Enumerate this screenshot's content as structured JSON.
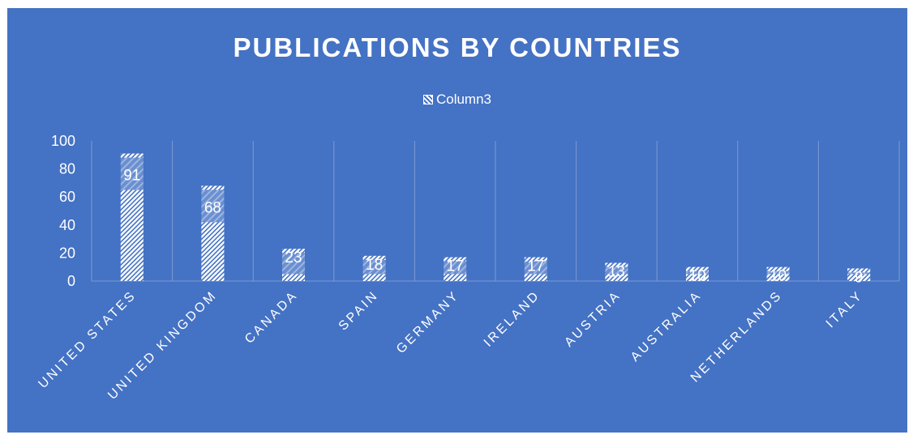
{
  "chart_data": {
    "type": "bar",
    "title": "PUBLICATIONS BY COUNTRIES",
    "categories": [
      "UNITED STATES",
      "UNITED KINGDOM",
      "CANADA",
      "SPAIN",
      "GERMANY",
      "IRELAND",
      "AUSTRIA",
      "AUSTRALIA",
      "NETHERLANDS",
      "ITALY"
    ],
    "series": [
      {
        "name": "Column3",
        "values": [
          91,
          68,
          23,
          18,
          17,
          17,
          13,
          10,
          10,
          9
        ]
      }
    ],
    "y_ticks": [
      "0",
      "20",
      "40",
      "60",
      "80",
      "100"
    ],
    "ylim": [
      0,
      100
    ],
    "xlabel": "",
    "ylabel": "",
    "grid": "vertical",
    "legend_position": "top",
    "colors": {
      "background": "#4472c4",
      "text": "#ffffff",
      "pattern": "#ffffff",
      "grid": "#7d9ad4"
    }
  }
}
